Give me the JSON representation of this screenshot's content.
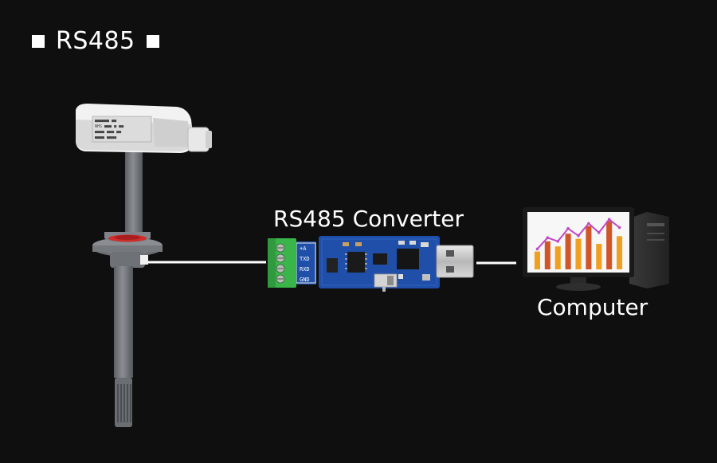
{
  "header": {
    "title": "RS485"
  },
  "converter": {
    "label": "RS485 Converter",
    "pins": [
      "+A",
      "TXD",
      "RXD",
      "GND"
    ]
  },
  "computer": {
    "label": "Computer"
  },
  "chart_on_screen": {
    "bars": [
      0.35,
      0.55,
      0.45,
      0.7,
      0.6,
      0.85,
      0.5,
      0.95,
      0.65
    ],
    "line": [
      0.4,
      0.62,
      0.55,
      0.8,
      0.66,
      0.9,
      0.72,
      0.98,
      0.82
    ]
  },
  "colors": {
    "background": "#0f0f0f",
    "text": "#ffffff",
    "connector_line": "#ffffff",
    "pcb": "#1f4fa8",
    "terminal_block": "#39b54a",
    "probe": "#707478",
    "sensor_housing": "#f2f2f2",
    "flange_seal": "#d32b2b",
    "bars_orange": "#f0a020",
    "bars_red": "#d0562a",
    "trend_line": "#c048c8"
  }
}
